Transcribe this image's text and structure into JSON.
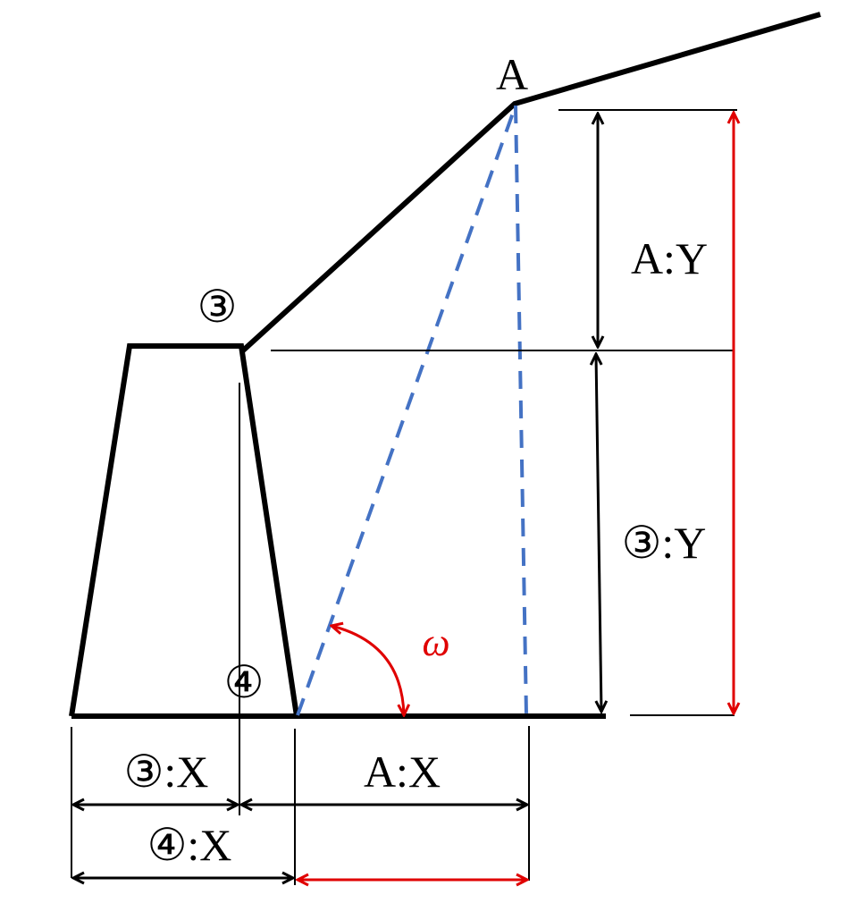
{
  "labels": {
    "point_a": "A",
    "point_3": "③",
    "point_4": "④",
    "a_y": "A:Y",
    "p3_y": "③:Y",
    "p3_x": "③:X",
    "a_x": "A:X",
    "p4_x": "④:X",
    "angle": "ω"
  },
  "colors": {
    "structure": "#000000",
    "sight_line": "#4472C4",
    "highlight": "#E00000"
  }
}
